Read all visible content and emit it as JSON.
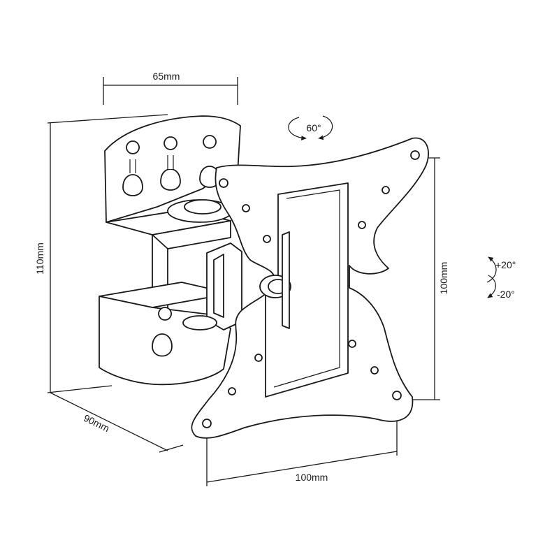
{
  "dimensions": {
    "top_width": "65mm",
    "height": "110mm",
    "depth": "90mm",
    "plate_height": "100mm",
    "plate_width": "100mm"
  },
  "rotation": {
    "swivel": "60°",
    "tilt_up": "+20°",
    "tilt_down": "-20°"
  },
  "colors": {
    "stroke": "#1a1a1a",
    "background": "#ffffff"
  }
}
